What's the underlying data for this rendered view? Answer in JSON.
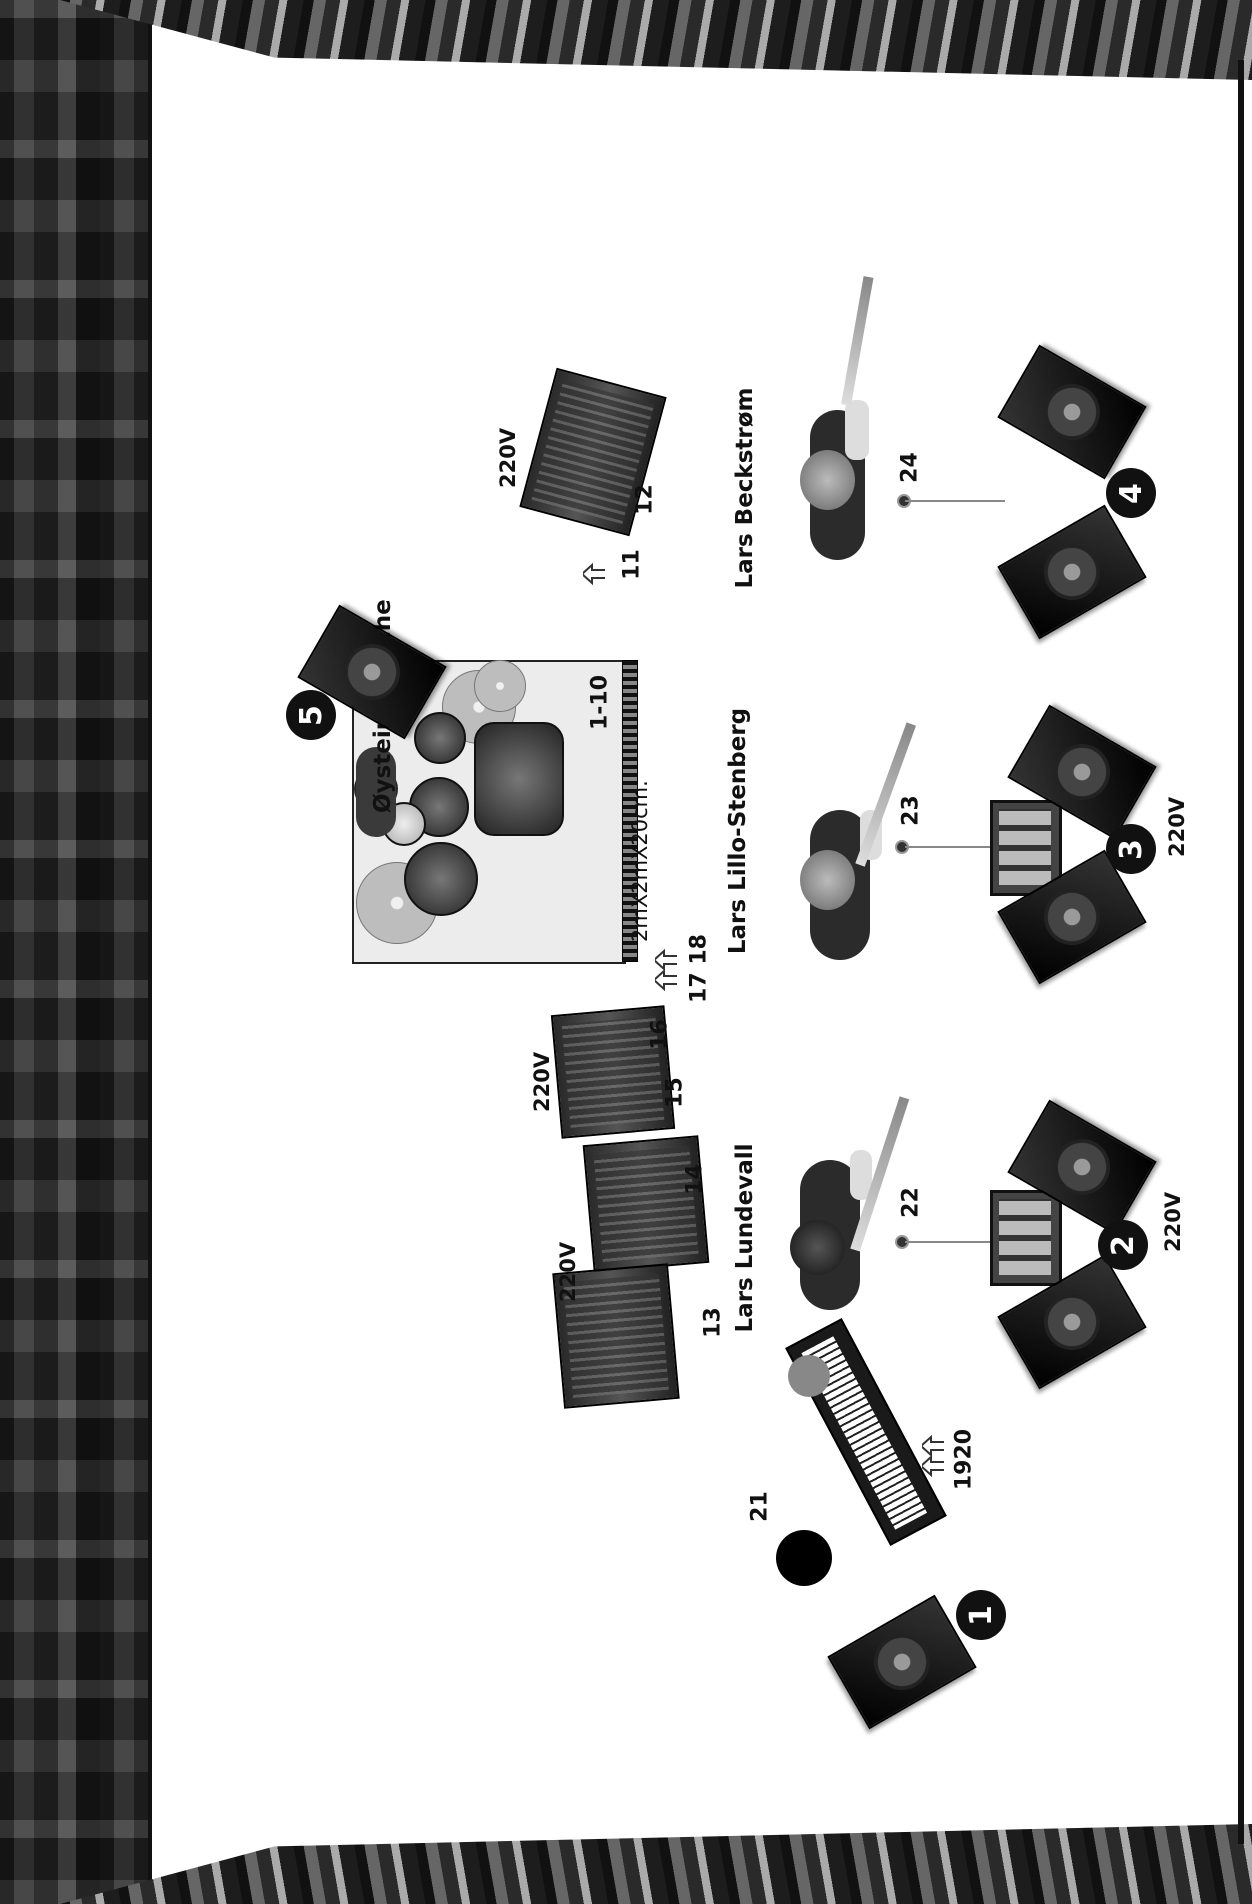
{
  "performers": {
    "drums": "Øystein Paasche",
    "guitar_left": "Lars Lundevall",
    "guitar_center": "Lars Lillo-Stenberg",
    "bass_right": "Lars Beckstrøm"
  },
  "monitors": {
    "m1": "1",
    "m2": "2",
    "m3": "3",
    "m4": "4",
    "m5": "5"
  },
  "power": {
    "bass_amp": "220V",
    "guitar_amp_left": "220V",
    "guitar_amp_right": "220V",
    "monitor_2": "220V",
    "monitor_3": "220V"
  },
  "channels": {
    "drums": "1-10",
    "bass_di": "11",
    "bass_mic": "12",
    "amp_13": "13",
    "amp_14": "14",
    "amp_15": "15",
    "amp_16": "16",
    "di_17_18": "17 18",
    "keys_di": "1920",
    "keys_mic": "21",
    "vocal_22": "22",
    "vocal_23": "23",
    "vocal_24": "24"
  },
  "riser": {
    "size": "2mX2mX20cm."
  }
}
